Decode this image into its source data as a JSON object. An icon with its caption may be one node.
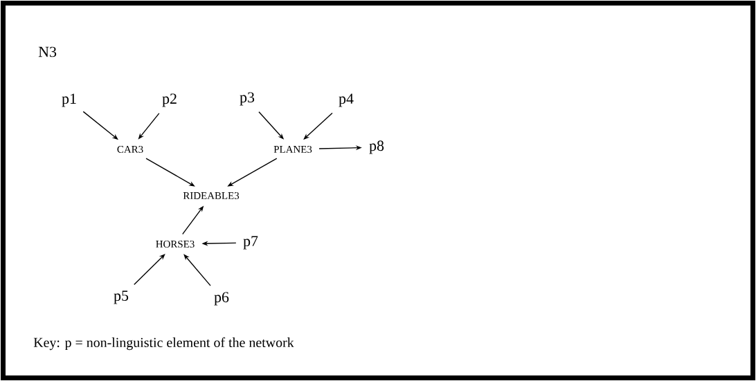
{
  "diagram": {
    "nodes": [
      {
        "text": [
          "p1"
        ]
      },
      {
        "text": [
          "p2"
        ]
      },
      {
        "text": [
          "p3"
        ]
      },
      {
        "text": [
          "p4"
        ]
      },
      {
        "text": [
          "CAR3"
        ]
      },
      {
        "text": [
          "PLANE3"
        ]
      },
      {
        "text": [
          "p8"
        ]
      },
      {
        "text": [
          "RIDEABLE3"
        ]
      },
      {
        "text": [
          "HORSE3"
        ]
      },
      {
        "text": [
          "p7"
        ]
      },
      {
        "text": [
          "p5"
        ]
      },
      {
        "text": [
          "p6"
        ]
      }
    ],
    "edges": [
      {
        "from": 0,
        "to": 4,
        "arrow": "to"
      },
      {
        "from": 1,
        "to": 4,
        "arrow": "to"
      },
      {
        "from": 2,
        "to": 5,
        "arrow": "to"
      },
      {
        "from": 3,
        "to": 5,
        "arrow": "to"
      },
      {
        "from": 5,
        "to": 6,
        "arrow": "to"
      },
      {
        "from": 4,
        "to": 7,
        "arrow": "to"
      },
      {
        "from": 5,
        "to": 7,
        "arrow": "to"
      },
      {
        "from": 8,
        "to": 7,
        "arrow": "to"
      },
      {
        "from": 9,
        "to": 8,
        "arrow": "to"
      },
      {
        "from": 10,
        "to": 8,
        "arrow": "to"
      },
      {
        "from": 11,
        "to": 8,
        "arrow": "to"
      }
    ],
    "labels": [
      "N3",
      "Key: p = non-linguistic element of the network"
    ]
  }
}
